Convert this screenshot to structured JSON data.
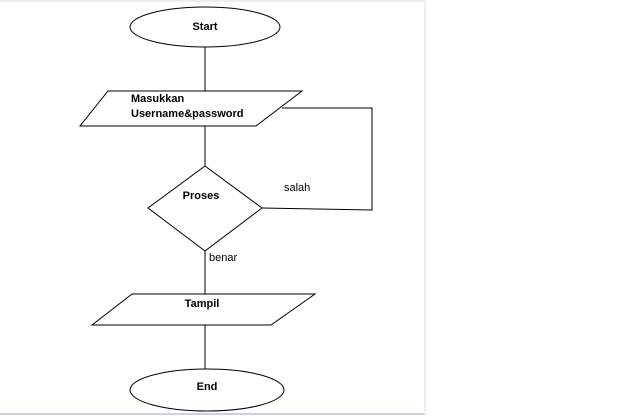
{
  "nodes": {
    "start": {
      "label": "Start"
    },
    "input": {
      "label_line1": "Masukkan",
      "label_line2": "Username&password"
    },
    "process": {
      "label": "Proses"
    },
    "output": {
      "label": "Tampil"
    },
    "end": {
      "label": "End"
    }
  },
  "edges": {
    "false_branch": {
      "label": "salah"
    },
    "true_branch": {
      "label": "benar"
    }
  }
}
